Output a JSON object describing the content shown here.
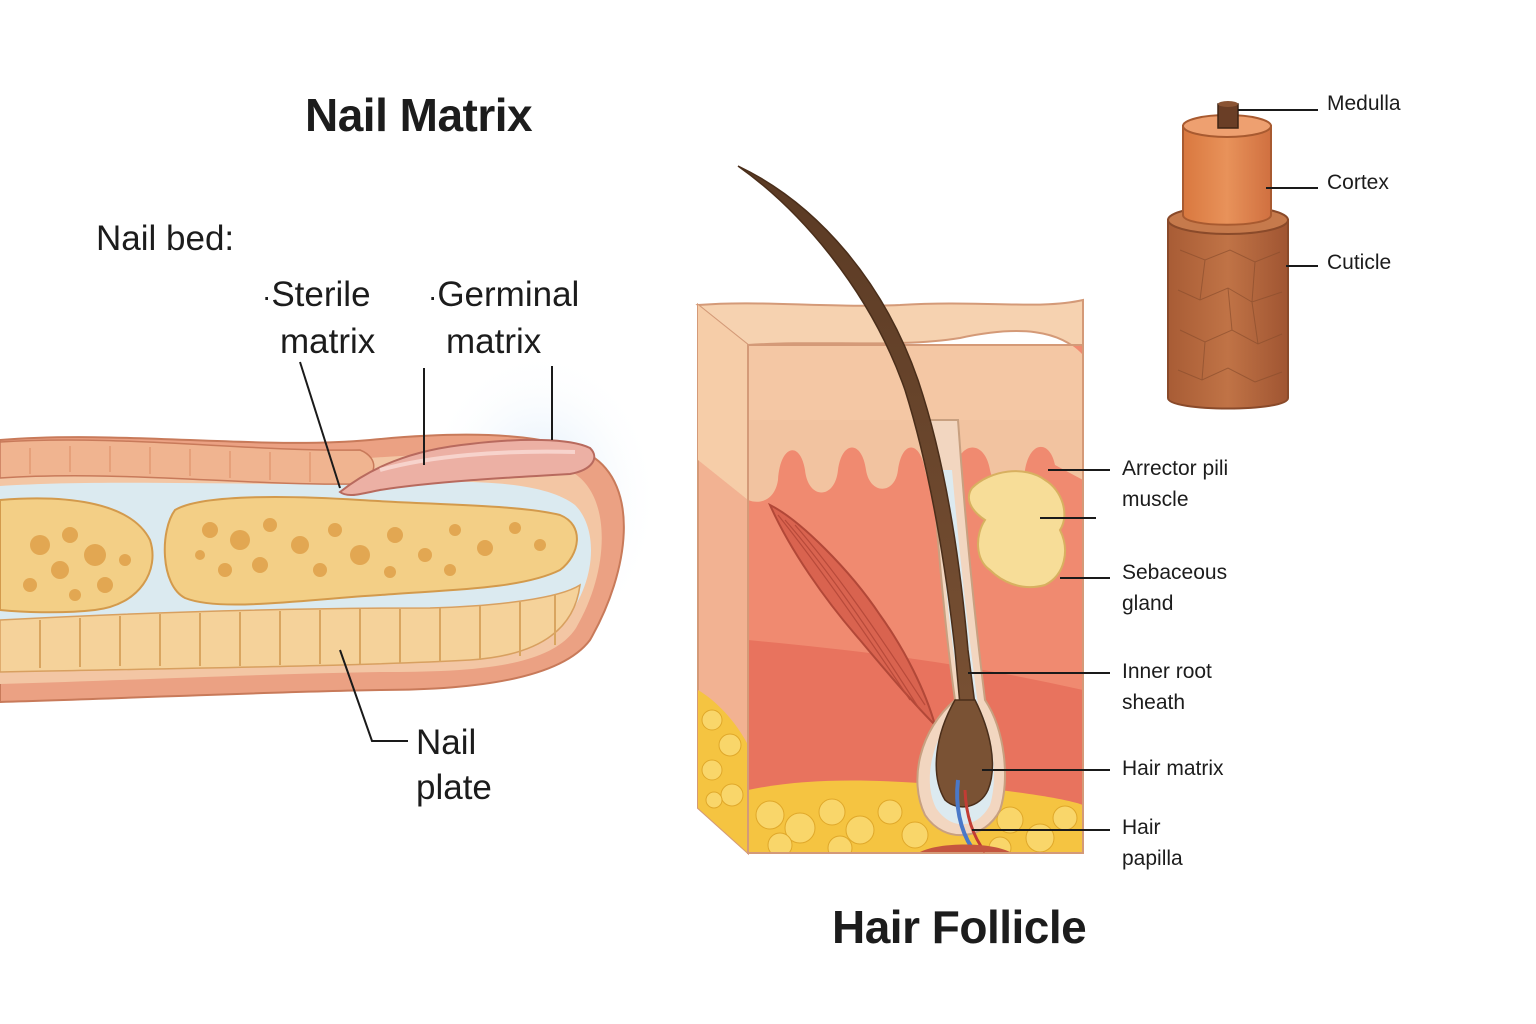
{
  "nail": {
    "title": "Nail Matrix",
    "nail_bed_label": "Nail bed:",
    "sterile": {
      "bullet": "·",
      "line1": "Sterile",
      "line2": "matrix"
    },
    "germinal": {
      "bullet": "·",
      "line1": "Germinal",
      "line2": "matrix"
    },
    "nail_plate": {
      "line1": "Nail",
      "line2": "plate"
    }
  },
  "hair": {
    "title": "Hair Follicle",
    "shaft_layers": {
      "medulla": "Medulla",
      "cortex": "Cortex",
      "cuticle": "Cuticle"
    },
    "arrector": {
      "line1": "Arrector pili",
      "line2": "muscle"
    },
    "sebaceous": {
      "line1": "Sebaceous",
      "line2": "gland"
    },
    "inner_root_sheath": {
      "line1": "Inner root",
      "line2": "sheath"
    },
    "hair_matrix": "Hair matrix",
    "hair_papilla": {
      "line1": "Hair",
      "line2": "papilla"
    }
  },
  "colors": {
    "skin_dark": "#e9a07f",
    "skin_light": "#f3c9a8",
    "bone": "#f0c878",
    "fat": "#f5c441",
    "hair": "#7a5234",
    "shaft_top": "#e08a54",
    "shaft_bottom": "#b86a40"
  }
}
